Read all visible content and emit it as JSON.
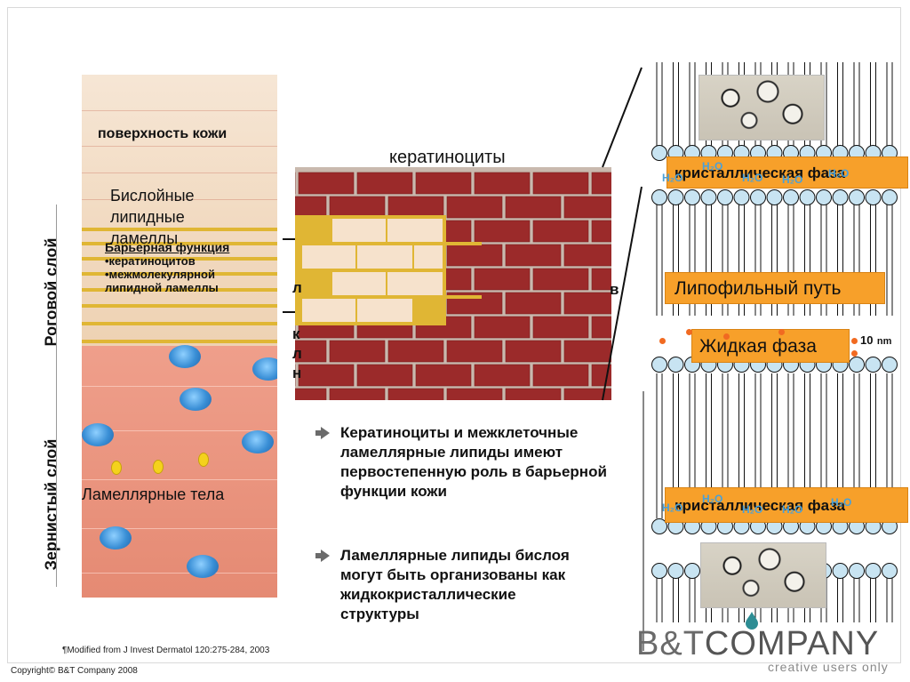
{
  "copyright": "Copyright© B&T Company 2008",
  "citation": "¶Modified from J Invest Dermatol 120:275-284, 2003",
  "skin": {
    "surface_label": "поверхность кожи",
    "bilayer_label": "Бислойные липидные ламеллы",
    "barrier_title": "Барьерная функция",
    "barrier_items": [
      "•кератиноцитов",
      "•межмолекулярной",
      "липидной ламеллы"
    ],
    "lamellar_bodies_label": "Ламеллярные тела",
    "layer_corneum": "Роговой слой",
    "layer_granulosum": "Зернистый слой"
  },
  "wall": {
    "title": "кератиноциты",
    "partial_left": [
      "л",
      "к",
      "л",
      "н"
    ],
    "partial_right": "в"
  },
  "bullets": [
    "Кератиноциты и межклеточные ламеллярные липиды имеют первостепенную роль в барьерной функции кожи",
    "Ламеллярные липиды бислоя могут быть организованы как жидкокристаллические структуры"
  ],
  "lipid_diagram": {
    "crystal_phase_top": "кристаллическая фаза",
    "lipophilic_path": "Липофильный путь",
    "liquid_phase": "Жидкая фаза",
    "crystal_phase_bottom": "кристаллическая фаза",
    "water_label": "H₂O",
    "scale_value": "10",
    "scale_unit": "nm"
  },
  "logo": {
    "main_left": "B&T",
    "main_right": "COMPANY",
    "subtitle": "creative users only"
  },
  "colors": {
    "orange": "#f7a02a",
    "brick": "#9b2a2a",
    "mortar": "#c9b9ae",
    "lipid_gold": "#e0b634",
    "water_blue": "#4aa0d8",
    "nucleus_blue": "#3a8fd6"
  }
}
